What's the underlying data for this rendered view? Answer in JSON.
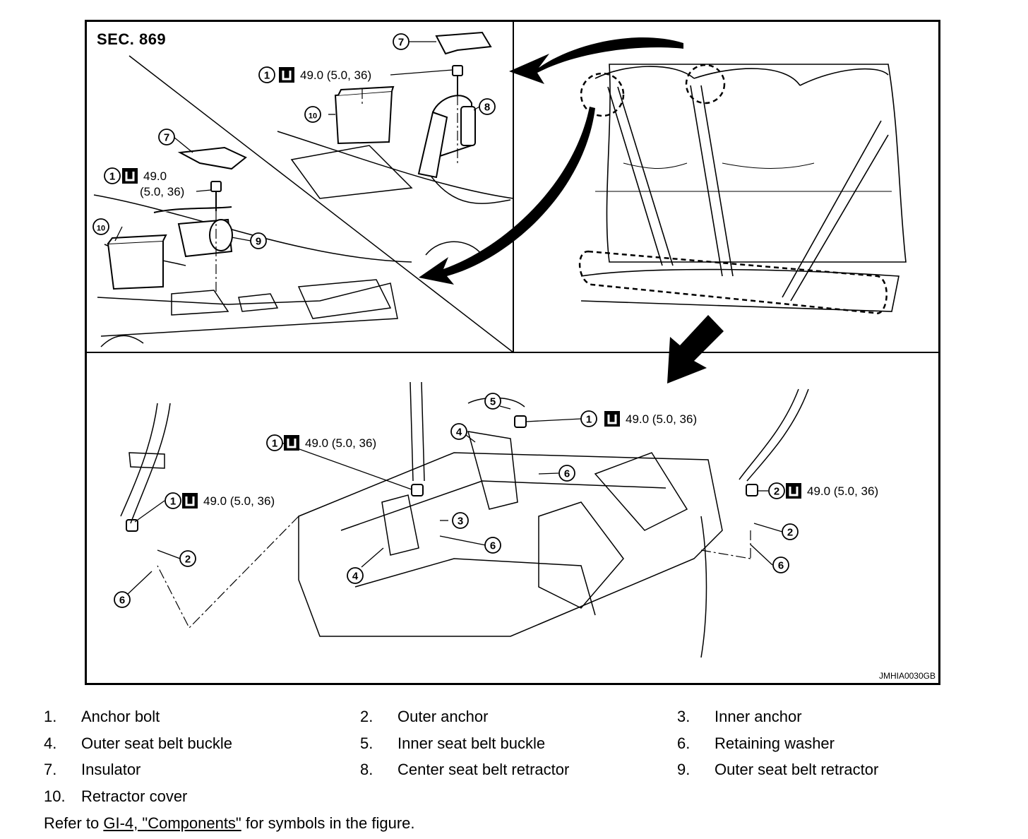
{
  "section": "SEC. 869",
  "figure_id": "JMHIA0030GB",
  "torque": {
    "full": "49.0 (5.0, 36)",
    "line1": "49.0",
    "line2": "(5.0, 36)"
  },
  "callouts": [
    "1",
    "2",
    "3",
    "4",
    "5",
    "6",
    "7",
    "8",
    "9",
    "10"
  ],
  "legend": [
    {
      "num": "1.",
      "label": "Anchor bolt"
    },
    {
      "num": "2.",
      "label": "Outer anchor"
    },
    {
      "num": "3.",
      "label": "Inner anchor"
    },
    {
      "num": "4.",
      "label": "Outer seat belt buckle"
    },
    {
      "num": "5.",
      "label": "Inner seat belt buckle"
    },
    {
      "num": "6.",
      "label": "Retaining washer"
    },
    {
      "num": "7.",
      "label": "Insulator"
    },
    {
      "num": "8.",
      "label": "Center seat belt retractor"
    },
    {
      "num": "9.",
      "label": "Outer seat belt retractor"
    },
    {
      "num": "10.",
      "label": "Retractor cover"
    }
  ],
  "note": {
    "prefix": "Refer to ",
    "link": "GI-4, \"Components\"",
    "suffix": " for symbols in the figure."
  }
}
